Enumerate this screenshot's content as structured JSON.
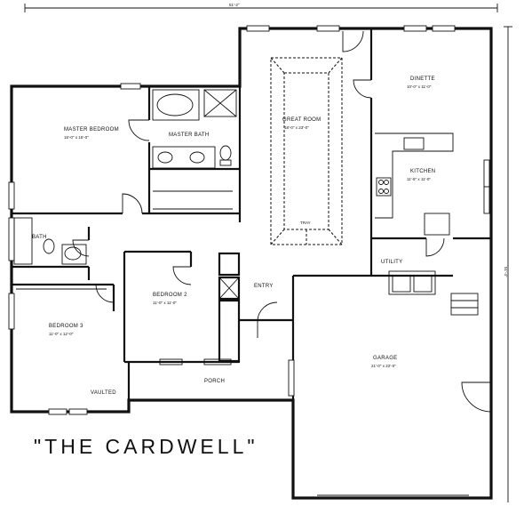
{
  "plan": {
    "title": "\"THE CARDWELL\"",
    "overall_width_dim": "51'-2\"",
    "overall_depth_dim": "51'-4\"",
    "rooms": {
      "master_bedroom": {
        "name": "MASTER BEDROOM",
        "dim": "15'-0\" x 15'-0\""
      },
      "master_bath": {
        "name": "MASTER BATH"
      },
      "great_room": {
        "name": "GREAT ROOM",
        "dim": "18'-0\" x 23'-0\""
      },
      "dinette": {
        "name": "DINETTE",
        "dim": "10'-0\" x 11'-0\""
      },
      "kitchen": {
        "name": "KITCHEN",
        "dim": "11'-6\" x 11'-0\""
      },
      "bath": {
        "name": "BATH"
      },
      "utility": {
        "name": "UTILITY"
      },
      "bedroom_2": {
        "name": "BEDROOM 2",
        "dim": "11'-0\" x 11'-0\""
      },
      "bedroom_3": {
        "name": "BEDROOM 3",
        "dim": "11'-0\" x 12'-0\""
      },
      "garage": {
        "name": "GARAGE",
        "dim": "21'-0\" x 22'-0\""
      },
      "entry": {
        "name": "ENTRY"
      },
      "porch": {
        "name": "PORCH"
      },
      "vaulted": {
        "name": "VAULTED"
      },
      "tray_ceiling": {
        "name": "TRAY"
      }
    }
  }
}
